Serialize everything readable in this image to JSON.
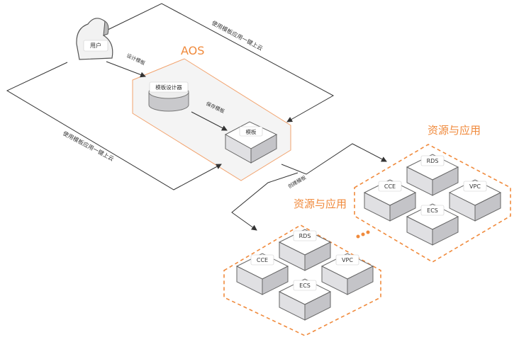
{
  "diagram": {
    "user_label": "用户",
    "aos_title": "AOS",
    "designer_label": "模板设计器",
    "template_label": "模板",
    "edge_design": "设计模板",
    "edge_save": "保存模板",
    "edge_deploy_top": "使用模板应用一键上云",
    "edge_deploy_left": "使用模板应用一键上云",
    "edge_create": "创建模板",
    "group_title_right": "资源与应用",
    "group_title_left": "资源与应用",
    "right_group": {
      "rds": "RDS",
      "cce": "CCE",
      "vpc": "VPC",
      "ecs": "ECS"
    },
    "left_group": {
      "rds": "RDS",
      "cce": "CCE",
      "vpc": "VPC",
      "ecs": "ECS"
    },
    "colors": {
      "accent": "#f08a3c",
      "line": "#333333",
      "box_top": "#ffffff",
      "box_side": "#d4d4d8"
    }
  }
}
